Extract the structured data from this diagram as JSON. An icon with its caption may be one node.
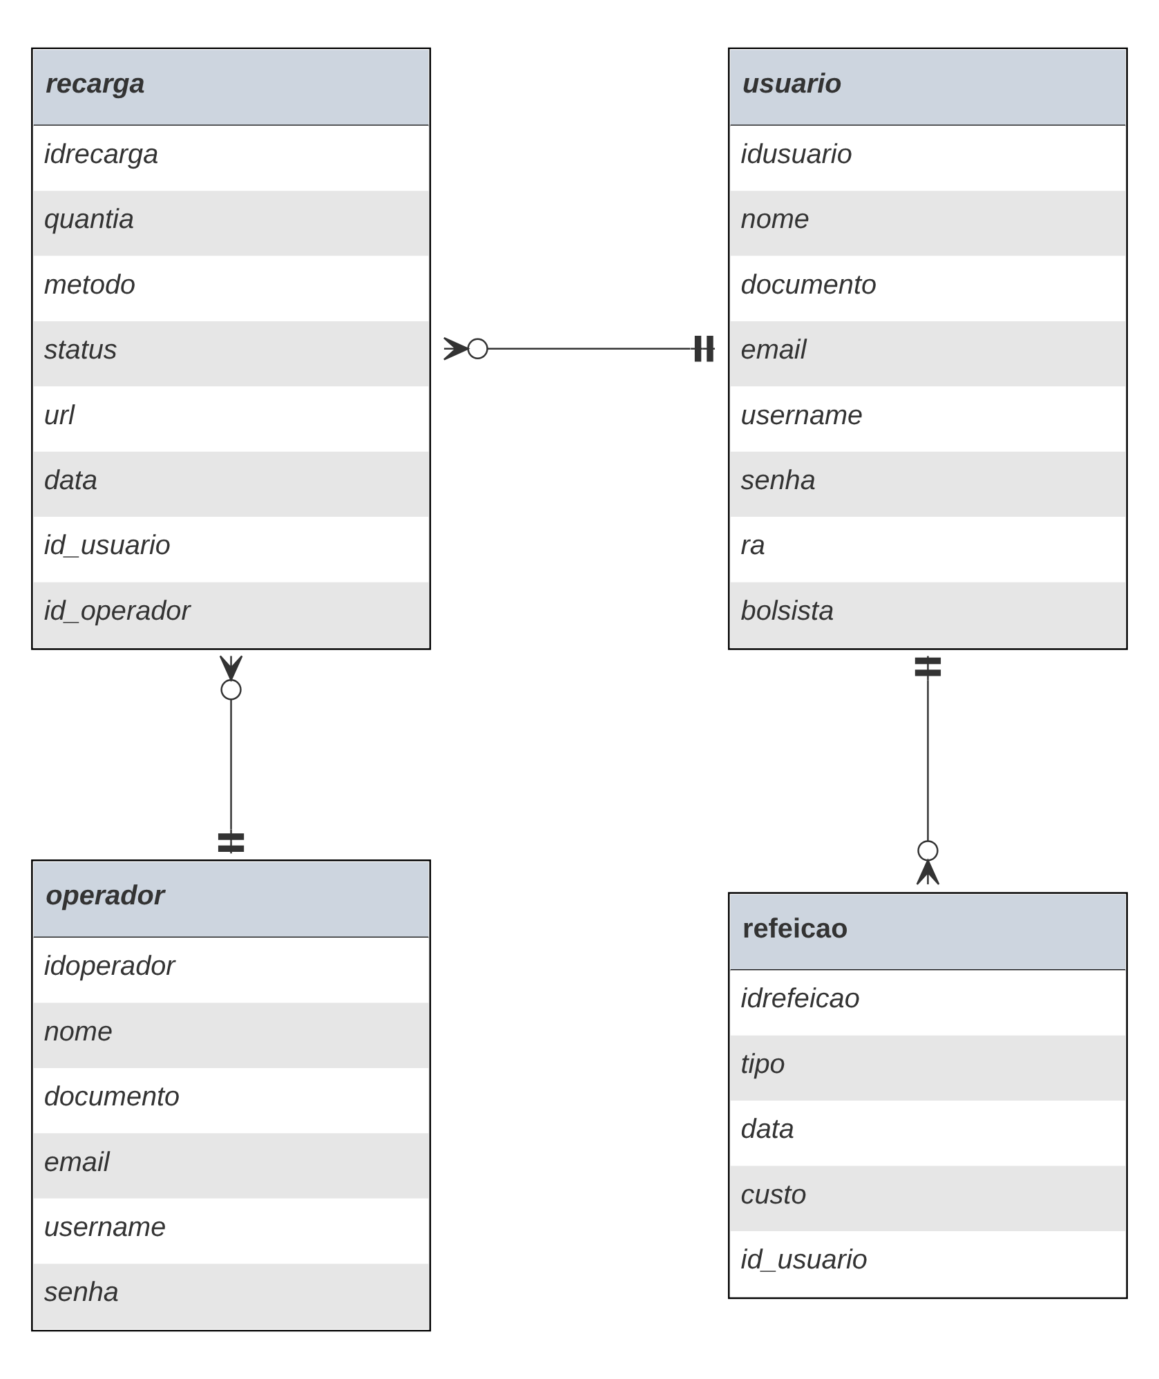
{
  "diagram": {
    "nodes": [
      {
        "text": [
          "recarga",
          "idrecarga",
          "quantia",
          "metodo",
          "status",
          "url",
          "data",
          "id_usuario",
          "id_operador"
        ]
      },
      {
        "text": [
          "usuario",
          "idusuario",
          "nome",
          "documento",
          "email",
          "username",
          "senha",
          "ra",
          "bolsista"
        ]
      },
      {
        "text": [
          "operador",
          "idoperador",
          "nome",
          "documento",
          "email",
          "username",
          "senha"
        ]
      },
      {
        "text": [
          "refeicao",
          "idrefeicao",
          "tipo",
          "data",
          "custo",
          "id_usuario"
        ]
      }
    ],
    "edges": [
      {
        "from": 0,
        "to": 1,
        "arrow": "other"
      },
      {
        "from": 0,
        "to": 2,
        "arrow": "other"
      },
      {
        "from": 3,
        "to": 1,
        "arrow": "other"
      }
    ]
  }
}
